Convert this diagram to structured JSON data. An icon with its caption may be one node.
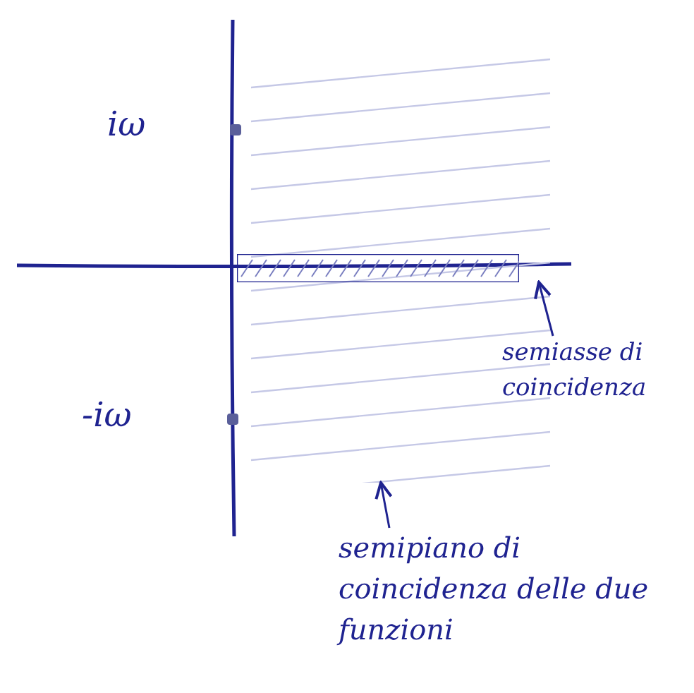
{
  "diagram": {
    "nodes": [
      {
        "text": [],
        "shape": "box"
      },
      {
        "text": [],
        "shape": "bar",
        "in": 0
      },
      {
        "text": [
          "semiasse di coincidenza"
        ]
      },
      {
        "text": [
          "semipiano di coincidenza delle due funzioni"
        ]
      }
    ],
    "edges": [
      {
        "from": 2,
        "to": 1,
        "arrow": "to"
      },
      {
        "from": 3,
        "to": 0,
        "arrow": "to"
      }
    ],
    "labels": [
      "iω",
      "-iω"
    ]
  }
}
